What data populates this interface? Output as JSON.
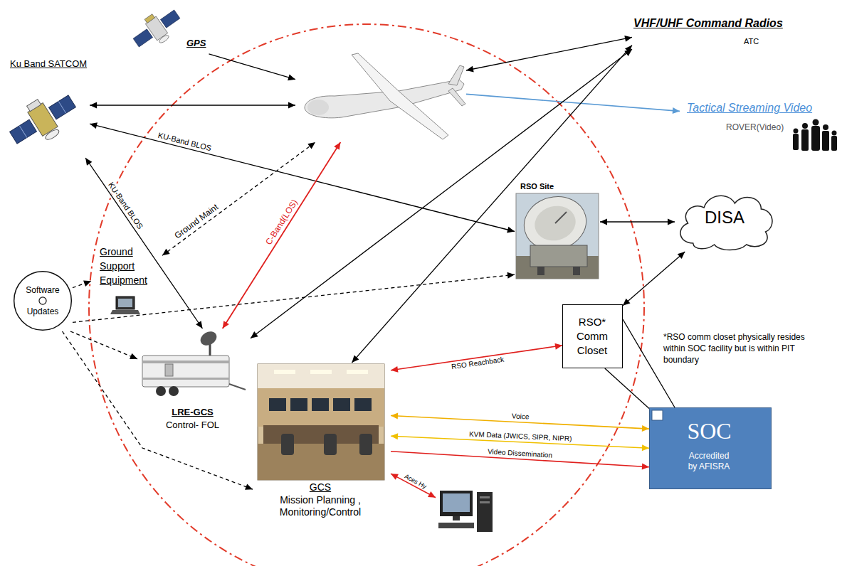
{
  "diagram": {
    "nodes": [
      {
        "text": [
          "Ku Band SATCOM"
        ]
      },
      {
        "text": [
          "GPS"
        ]
      },
      {
        "text": []
      },
      {
        "text": [
          "VHF/UHF Command Radios",
          "ATC"
        ]
      },
      {
        "text": [
          "Tactical Streaming Video",
          "ROVER(Video)"
        ]
      },
      {
        "text": [
          "RSO Site"
        ]
      },
      {
        "text": [
          "DISA"
        ]
      },
      {
        "text": [
          "Software Updates"
        ]
      },
      {
        "text": [
          "Ground Support Equipment"
        ]
      },
      {
        "text": [
          "LRE-GCS",
          "Control- FOL"
        ]
      },
      {
        "text": [
          "GCS",
          "Mission Planning , Monitoring/Control"
        ]
      },
      {
        "text": [
          "RSO* Comm Closet"
        ]
      },
      {
        "text": [
          "SOC",
          "Accredited by AFISRA"
        ]
      },
      {
        "text": []
      }
    ],
    "edges": [
      {
        "from": 0,
        "to": 2,
        "arrow": "both"
      },
      {
        "from": 1,
        "to": 2,
        "arrow": "to"
      },
      {
        "from": 0,
        "to": 5,
        "arrow": "both",
        "label": "KU-Band BLOS"
      },
      {
        "from": 0,
        "to": 9,
        "arrow": "both",
        "label": "KU-Band BLOS"
      },
      {
        "from": 8,
        "to": 2,
        "arrow": "both",
        "label": "Ground Maint"
      },
      {
        "from": 2,
        "to": 9,
        "arrow": "both",
        "label": "C-Band(LOS)"
      },
      {
        "from": 2,
        "to": 3,
        "arrow": "both"
      },
      {
        "from": 2,
        "to": 4,
        "arrow": "to"
      },
      {
        "from": 3,
        "to": 9,
        "arrow": "both"
      },
      {
        "from": 3,
        "to": 10,
        "arrow": "both"
      },
      {
        "from": 5,
        "to": 6,
        "arrow": "both"
      },
      {
        "from": 6,
        "to": 11,
        "arrow": "both"
      },
      {
        "from": 10,
        "to": 11,
        "arrow": "both",
        "label": "RSO Reachback"
      },
      {
        "from": 10,
        "to": 12,
        "arrow": "both",
        "label": "Voice"
      },
      {
        "from": 10,
        "to": 12,
        "arrow": "both",
        "label": "KVM Data (JWICS, SIPR, NIPR)"
      },
      {
        "from": 10,
        "to": 12,
        "arrow": "to",
        "label": "Video Dissemination"
      },
      {
        "from": 10,
        "to": 13,
        "arrow": "both",
        "label": "Aces Hy"
      },
      {
        "from": 7,
        "to": 8,
        "arrow": "to"
      },
      {
        "from": 7,
        "to": 5,
        "arrow": "to"
      },
      {
        "from": 7,
        "to": 9,
        "arrow": "to"
      },
      {
        "from": 7,
        "to": 10,
        "arrow": "to"
      },
      {
        "from": 11,
        "to": 12,
        "arrow": "none"
      },
      {
        "from": 11,
        "to": 12,
        "arrow": "none"
      }
    ],
    "labels": [
      "*RSO comm closet physically resides within SOC facility but is within PIT boundary"
    ]
  }
}
